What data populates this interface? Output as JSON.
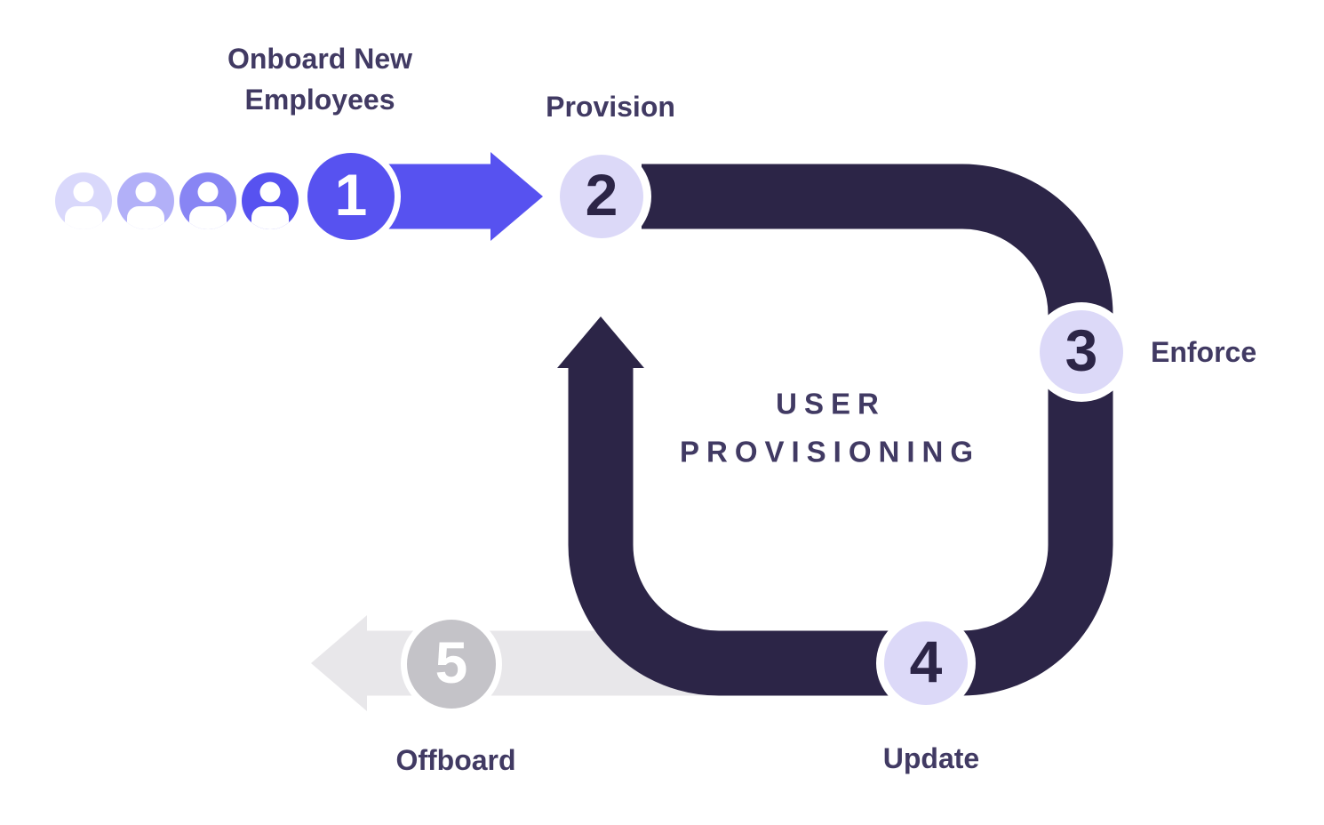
{
  "colors": {
    "purple": "#5752f0",
    "lavender": "#dcd9f8",
    "dark": "#2c2547",
    "grayBand": "#e8e7ea",
    "grayCircle": "#c4c3c8",
    "text": "#413a63"
  },
  "center_title": {
    "line1": "USER",
    "line2": "PROVISIONING"
  },
  "steps": [
    {
      "number": "1",
      "label_line1": "Onboard New",
      "label_line2": "Employees"
    },
    {
      "number": "2",
      "label": "Provision"
    },
    {
      "number": "3",
      "label": "Enforce"
    },
    {
      "number": "4",
      "label": "Update"
    },
    {
      "number": "5",
      "label": "Offboard"
    }
  ],
  "icons": {
    "avatars": "user-avatar-icon",
    "onboard_arrow": "arrow-right-icon",
    "cycle_arrow": "arrow-up-icon",
    "offboard_arrow": "arrow-left-icon"
  }
}
